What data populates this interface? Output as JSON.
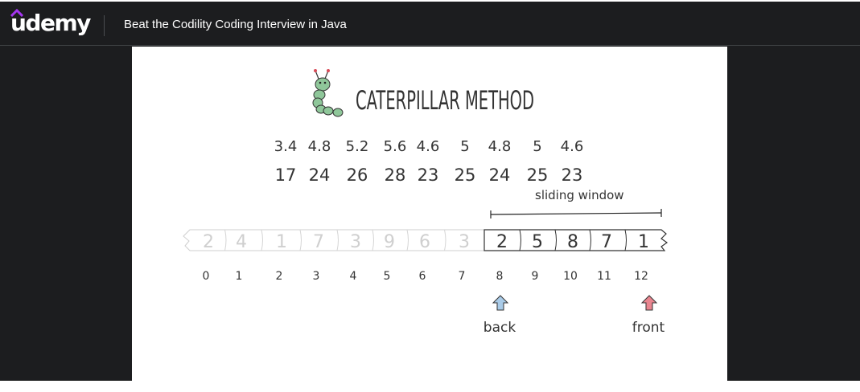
{
  "app": {
    "brand": "udemy",
    "course_title": "Beat the Codility Coding Interview in Java"
  },
  "colors": {
    "header_bg": "#1c1d1f",
    "brand_accent": "#a435f0",
    "slide_bg": "#ffffff",
    "caterpillar_green": "#8fc79a",
    "back_arrow": "#a9cbe8",
    "front_arrow": "#e9858f"
  },
  "slide": {
    "title": "CATERPILLAR METHOD",
    "averages": [
      "3.4",
      "4.8",
      "5.2",
      "5.6",
      "4.6",
      "5",
      "4.8",
      "5",
      "4.6"
    ],
    "sums": [
      "17",
      "24",
      "26",
      "28",
      "23",
      "25",
      "24",
      "25",
      "23"
    ],
    "window_label": "sliding window",
    "array_values": [
      "2",
      "4",
      "1",
      "7",
      "3",
      "9",
      "6",
      "3",
      "2",
      "5",
      "8",
      "7",
      "1"
    ],
    "indices": [
      "0",
      "1",
      "2",
      "3",
      "4",
      "5",
      "6",
      "7",
      "8",
      "9",
      "10",
      "11",
      "12"
    ],
    "back_label": "back",
    "front_label": "front",
    "back_icon": "up-arrow-icon",
    "front_icon": "up-arrow-icon"
  }
}
